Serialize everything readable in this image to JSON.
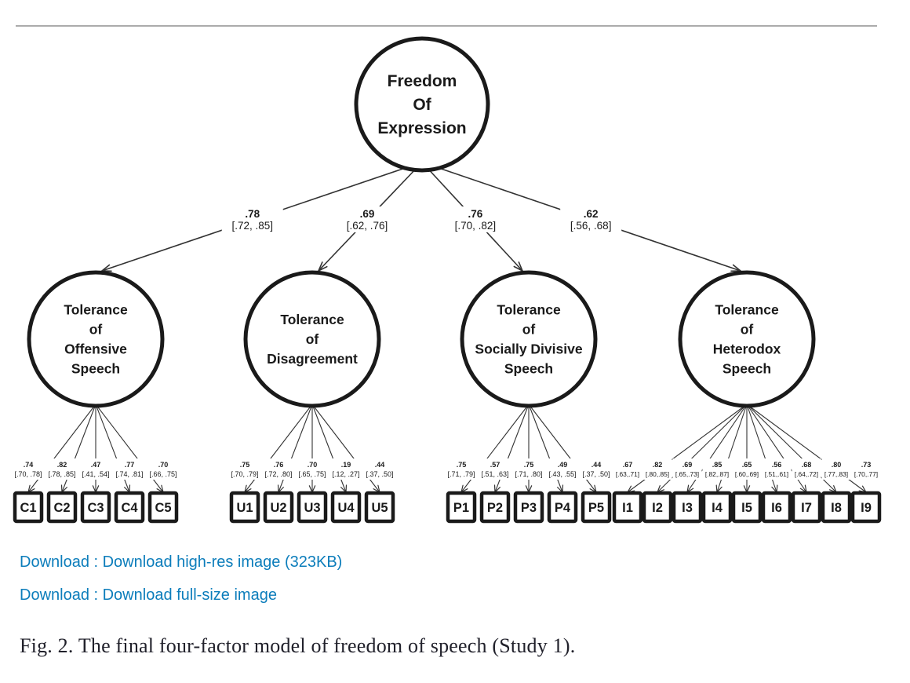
{
  "colors": {
    "ink": "#1a1a1a",
    "thin_line": "#333333",
    "link": "#0c7dbb",
    "rule": "#ababab",
    "caption_text": "#21212b"
  },
  "figure": {
    "root": {
      "label_lines": [
        "Freedom",
        "Of",
        "Expression"
      ]
    },
    "factors": [
      {
        "label_lines": [
          "Tolerance",
          "of",
          "Offensive",
          "Speech"
        ],
        "loading": ".78",
        "ci": "[.72, .85]",
        "indicators": [
          {
            "id": "C1",
            "loading": ".74",
            "ci": "[.70, .78]"
          },
          {
            "id": "C2",
            "loading": ".82",
            "ci": "[.78, .85]"
          },
          {
            "id": "C3",
            "loading": ".47",
            "ci": "[.41, .54]"
          },
          {
            "id": "C4",
            "loading": ".77",
            "ci": "[.74, .81]"
          },
          {
            "id": "C5",
            "loading": ".70",
            "ci": "[.66, .75]"
          }
        ]
      },
      {
        "label_lines": [
          "Tolerance",
          "of",
          "Disagreement"
        ],
        "loading": ".69",
        "ci": "[.62, .76]",
        "indicators": [
          {
            "id": "U1",
            "loading": ".75",
            "ci": "[.70, .79]"
          },
          {
            "id": "U2",
            "loading": ".76",
            "ci": "[.72, .80]"
          },
          {
            "id": "U3",
            "loading": ".70",
            "ci": "[.65, .75]"
          },
          {
            "id": "U4",
            "loading": ".19",
            "ci": "[.12, .27]"
          },
          {
            "id": "U5",
            "loading": ".44",
            "ci": "[.37, .50]"
          }
        ]
      },
      {
        "label_lines": [
          "Tolerance",
          "of",
          "Socially Divisive",
          "Speech"
        ],
        "loading": ".76",
        "ci": "[.70, .82]",
        "indicators": [
          {
            "id": "P1",
            "loading": ".75",
            "ci": "[.71, .79]"
          },
          {
            "id": "P2",
            "loading": ".57",
            "ci": "[.51, .63]"
          },
          {
            "id": "P3",
            "loading": ".75",
            "ci": "[.71, .80]"
          },
          {
            "id": "P4",
            "loading": ".49",
            "ci": "[.43, .55]"
          },
          {
            "id": "P5",
            "loading": ".44",
            "ci": "[.37, .50]"
          }
        ]
      },
      {
        "label_lines": [
          "Tolerance",
          "of",
          "Heterodox",
          "Speech"
        ],
        "loading": ".62",
        "ci": "[.56, .68]",
        "indicators": [
          {
            "id": "I1",
            "loading": ".67",
            "ci": "[.63,.71]"
          },
          {
            "id": "I2",
            "loading": ".82",
            "ci": "[.80,.85]"
          },
          {
            "id": "I3",
            "loading": ".69",
            "ci": "[.65,.73]"
          },
          {
            "id": "I4",
            "loading": ".85",
            "ci": "[.82,.87]"
          },
          {
            "id": "I5",
            "loading": ".65",
            "ci": "[.60,.69]"
          },
          {
            "id": "I6",
            "loading": ".56",
            "ci": "[.51,.61]"
          },
          {
            "id": "I7",
            "loading": ".68",
            "ci": "[.64,.72]"
          },
          {
            "id": "I8",
            "loading": ".80",
            "ci": "[.77,.83]"
          },
          {
            "id": "I9",
            "loading": ".73",
            "ci": "[.70,.77]"
          }
        ]
      }
    ]
  },
  "links": [
    {
      "label": "Download : Download high-res image (323KB)"
    },
    {
      "label": "Download : Download full-size image"
    }
  ],
  "caption": "Fig. 2. The final four-factor model of freedom of speech (Study 1)."
}
